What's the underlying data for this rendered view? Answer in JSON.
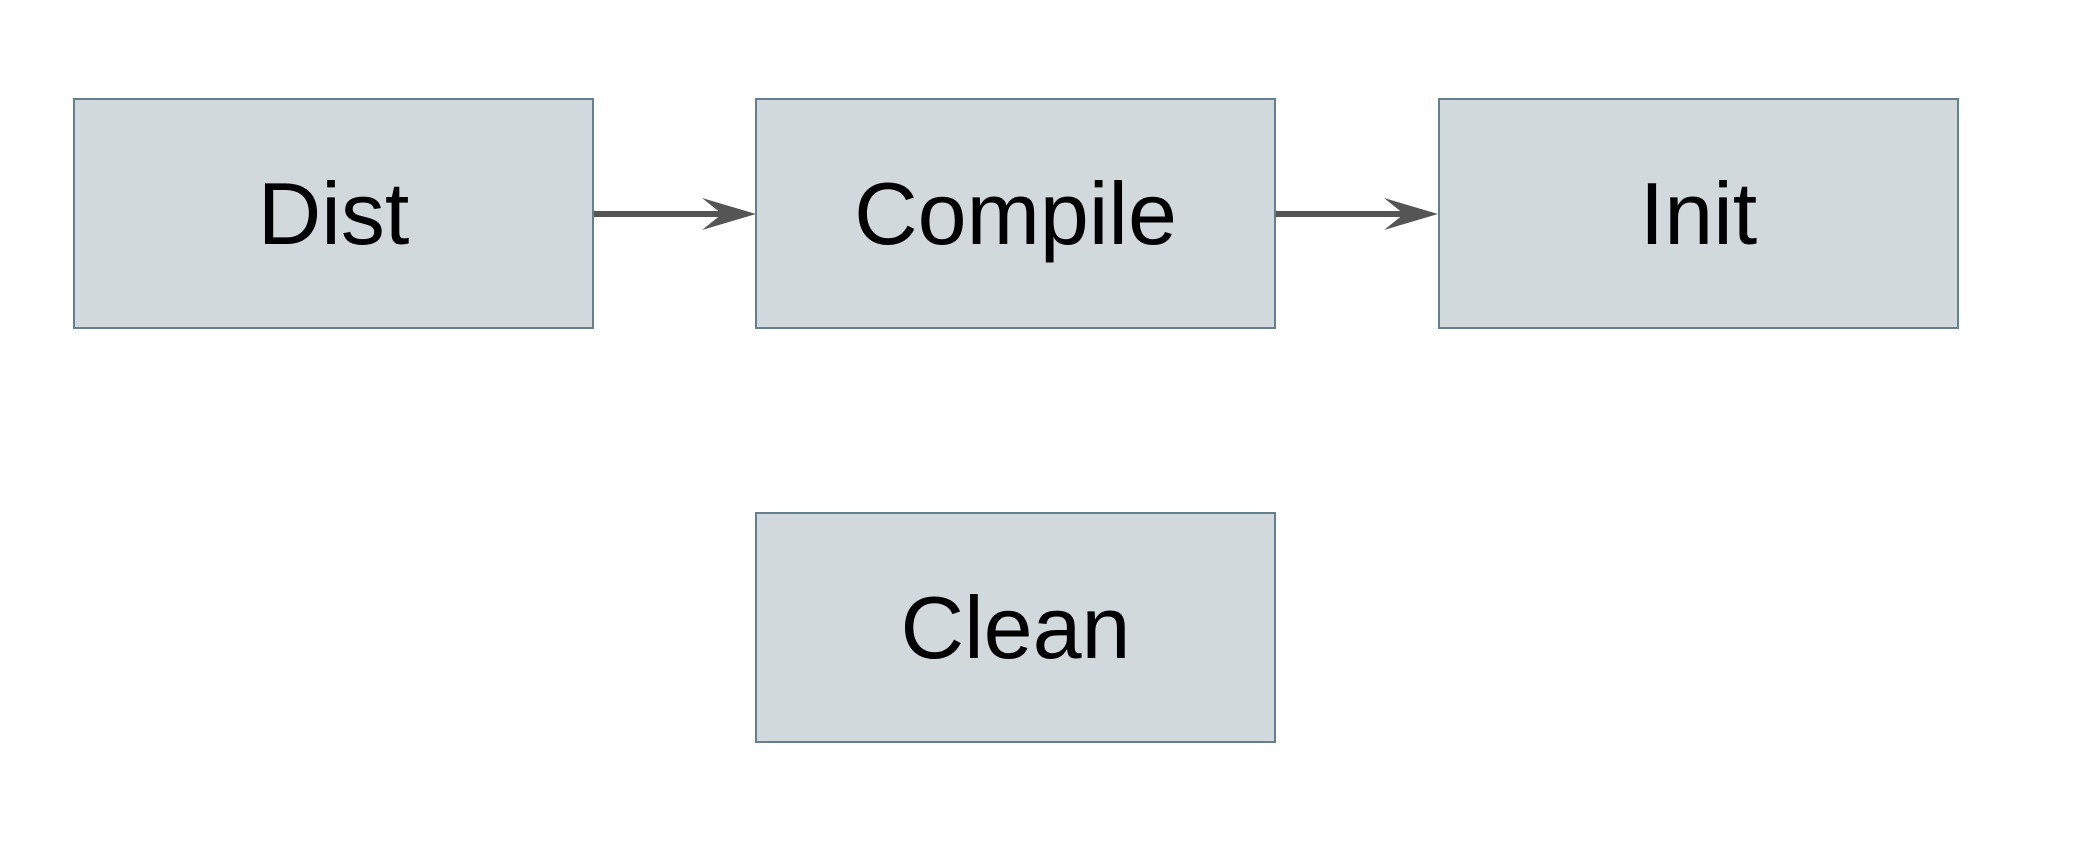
{
  "diagram": {
    "nodes": [
      {
        "id": "dist",
        "label": "Dist"
      },
      {
        "id": "compile",
        "label": "Compile"
      },
      {
        "id": "init",
        "label": "Init"
      },
      {
        "id": "clean",
        "label": "Clean"
      }
    ],
    "edges": [
      {
        "from": "Dist",
        "to": "Compile"
      },
      {
        "from": "Compile",
        "to": "Init"
      }
    ]
  },
  "colors": {
    "background": "#ffffff",
    "box-fill": "#d2d9dc",
    "box-border": "#64808e",
    "arrow": "#555555",
    "text": "#000000"
  }
}
